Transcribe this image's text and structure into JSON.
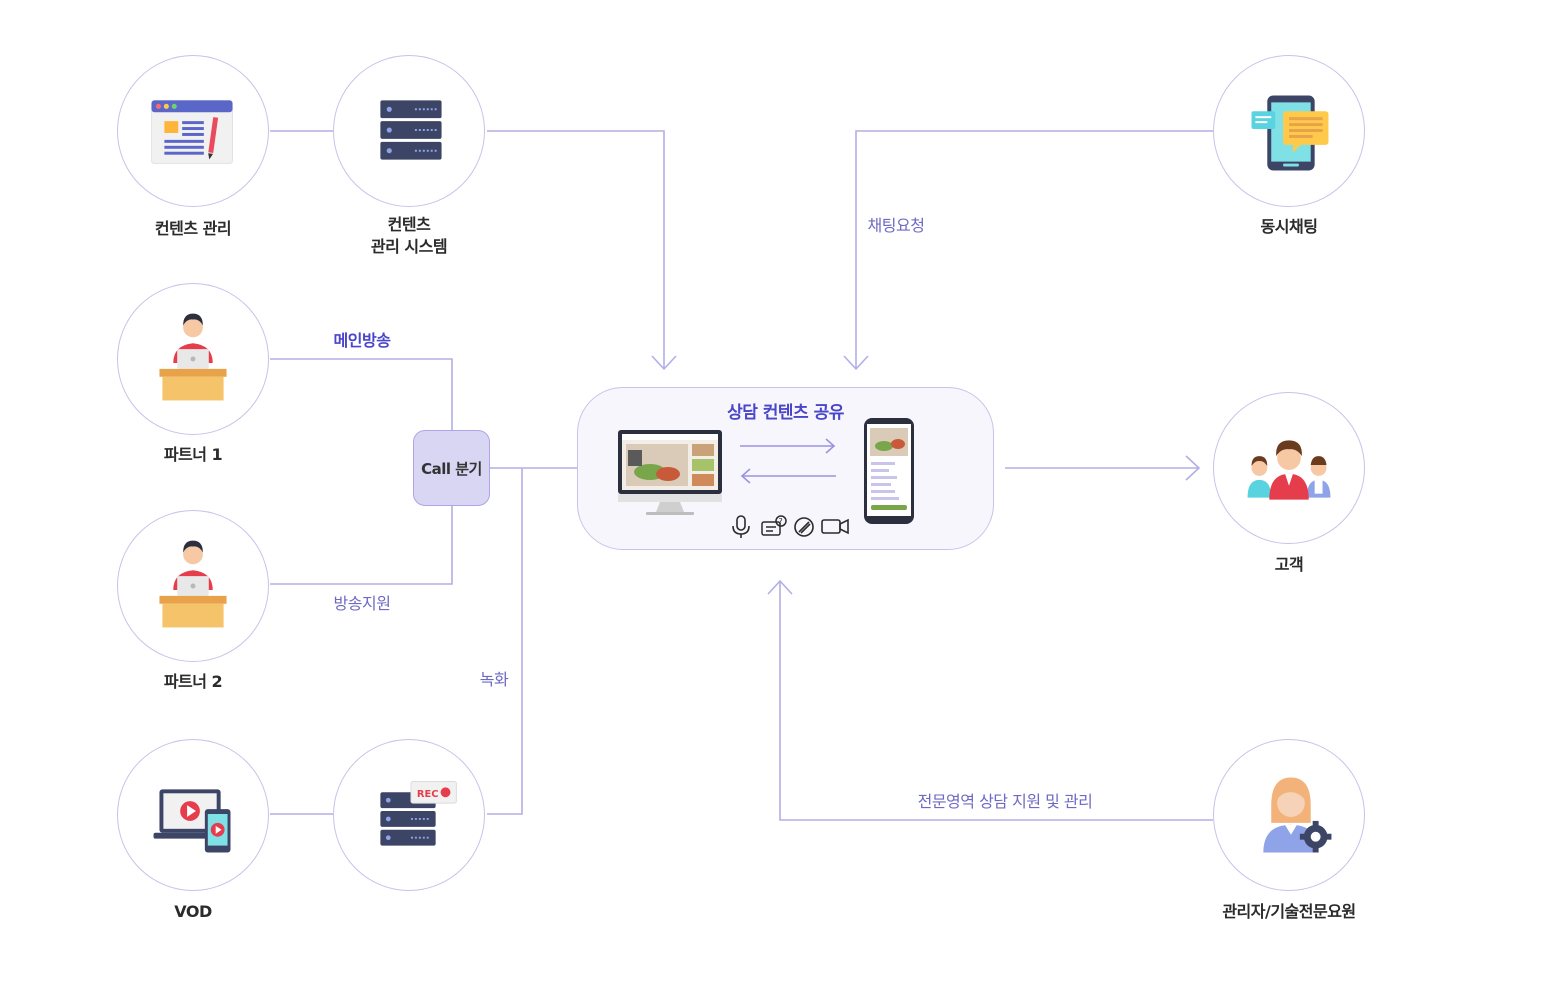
{
  "nodes": {
    "content_mgmt": "컨텐츠 관리",
    "cms_line1": "컨텐츠",
    "cms_line2": "관리 시스템",
    "partner1": "파트너 1",
    "partner2": "파트너 2",
    "vod": "VOD",
    "live_chat": "동시채팅",
    "customer": "고객",
    "admin": "관리자/기술전문요원"
  },
  "edges": {
    "main_broadcast": "메인방송",
    "broadcast_support": "방송지원",
    "recording": "녹화",
    "chat_request": "채팅요청",
    "expert_support": "전문영역 상담 지원 및 관리"
  },
  "call_split": "Call 분기",
  "center": {
    "title": "상담 컨텐츠 공유",
    "tools": [
      "microphone-icon",
      "question-chat-icon",
      "pen-icon",
      "video-camera-icon"
    ]
  },
  "rec_label": "REC",
  "colors": {
    "line": "#b3aee6",
    "circle_border": "#c9c2ea",
    "accent_text": "#4a45c9",
    "call_box_fill": "#d9d6f4"
  }
}
